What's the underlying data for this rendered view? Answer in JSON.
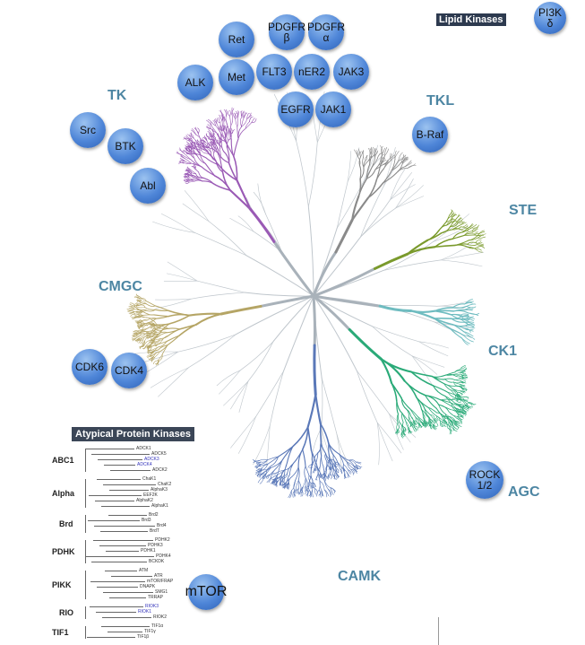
{
  "title": "Human Kinome",
  "groups": [
    {
      "name": "TK",
      "color": "#9a5ab5"
    },
    {
      "name": "TKL",
      "color": "#8a8a8a"
    },
    {
      "name": "STE",
      "color": "#7a9a2c"
    },
    {
      "name": "CK1",
      "color": "#6fbcc0"
    },
    {
      "name": "AGC",
      "color": "#2aaa78"
    },
    {
      "name": "CAMK",
      "color": "#5a78b8"
    },
    {
      "name": "CMGC",
      "color": "#b5a565"
    }
  ],
  "targets": [
    "Ret",
    "PDGFR β",
    "PDGFR α",
    "Met",
    "FLT3",
    "nER2",
    "EGFR",
    "JAK3",
    "JAK1",
    "ALK",
    "Src",
    "BTK",
    "Abl",
    "B-Raf",
    "CDK6",
    "CDK4",
    "ROCK 1/2",
    "mTOR",
    "PI3K δ"
  ],
  "lipid_kinases_label": "Lipid Kinases",
  "atypical": {
    "title": "Atypical Protein Kinases",
    "families": [
      {
        "name": "ABC1",
        "members": [
          "ADCK1",
          "ADCK5",
          "ADCK3",
          "ADCK4",
          "ADCK2"
        ]
      },
      {
        "name": "Alpha",
        "members": [
          "ChaK1",
          "ChaK2",
          "AlphaK3",
          "EEF2K",
          "AlphaK2",
          "AlphaK1"
        ]
      },
      {
        "name": "Brd",
        "members": [
          "Brd2",
          "Brd3",
          "Brd4",
          "BrdT"
        ]
      },
      {
        "name": "PDHK",
        "members": [
          "PDHK2",
          "PDHK3",
          "PDHK1",
          "PDHK4",
          "BCKDK"
        ]
      },
      {
        "name": "PIKK",
        "members": [
          "ATM",
          "ATR",
          "mTOR/FRAP",
          "DNAPK",
          "SMG1",
          "TRRAP"
        ]
      },
      {
        "name": "RIO",
        "members": [
          "RIOK3",
          "RIOK1",
          "RIOK2"
        ]
      },
      {
        "name": "TIF1",
        "members": [
          "TIF1α",
          "TIF1γ",
          "TIF1β"
        ]
      }
    ]
  }
}
